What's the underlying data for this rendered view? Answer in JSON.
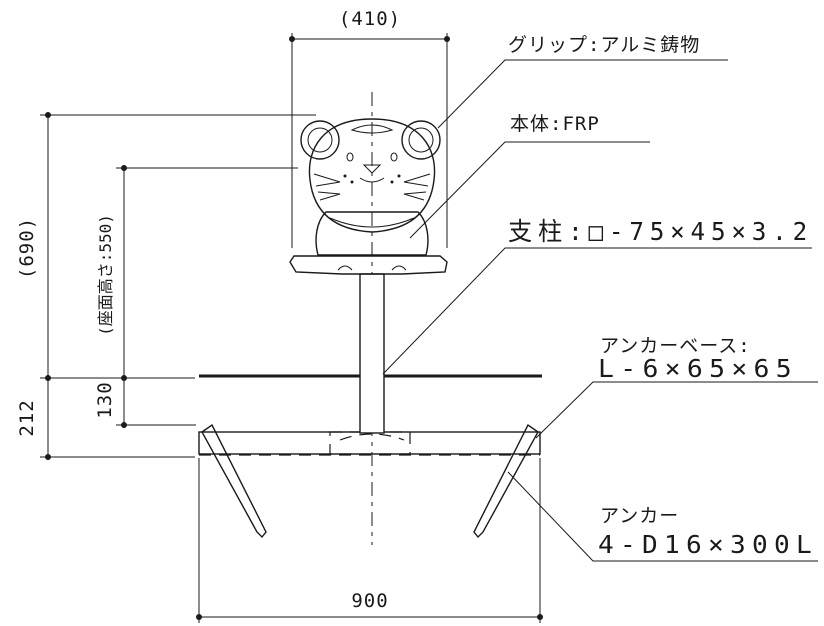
{
  "dimensions": {
    "grip_width": "(410)",
    "total_height": "(690)",
    "seat_height": "(座面高さ:550)",
    "ground_height": "130",
    "base_height": "212",
    "base_width": "900"
  },
  "callouts": {
    "grip": "グリップ:アルミ鋳物",
    "body": "本体:FRP",
    "post": "支柱:□-75×45×3.2",
    "anchor_base_line1": "アンカーベース:",
    "anchor_base_line2": "L-6×65×65",
    "anchor_line1": "アンカー",
    "anchor_line2": "4-D16×300L"
  }
}
